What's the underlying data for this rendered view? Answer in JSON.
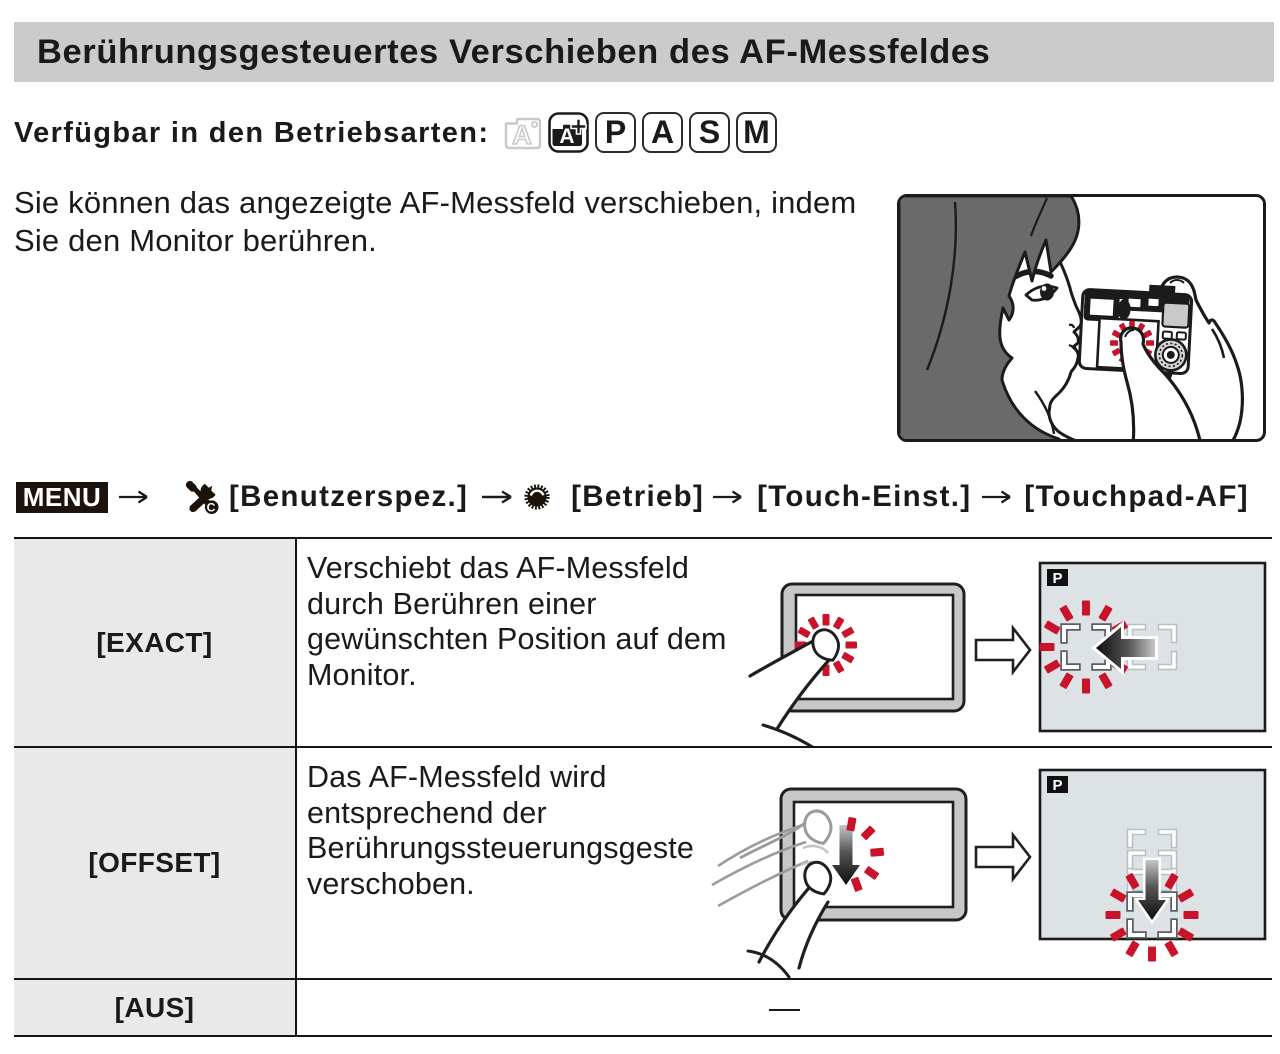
{
  "page": {
    "title": "Berührungsgesteuertes Verschieben des AF-Messfeldes",
    "availability_label": "Verfügbar in den Betriebsarten:",
    "intro_lines": [
      "Sie können das angezeigte AF-Messfeld verschieben, indem",
      "Sie den Monitor berühren."
    ]
  },
  "modes": {
    "ia_letter": "A",
    "ia_plus_letter": "A",
    "pasm": [
      "P",
      "A",
      "S",
      "M"
    ],
    "names": [
      "intelligent-auto",
      "intelligent-auto-plus",
      "program",
      "aperture-priority",
      "shutter-priority",
      "manual"
    ]
  },
  "illustration": {
    "description": "woman-touching-camera-monitor"
  },
  "menu_path": {
    "menu_label": "MENU",
    "custom_badge_letter": "C",
    "arrow": "→",
    "steps": [
      {
        "icon": "custom-menu-wrench-icon",
        "label": "[Benutzerspez.]"
      },
      {
        "icon": "operation-gear-icon",
        "label": "[Betrieb]"
      },
      {
        "label": "[Touch-Einst.]"
      },
      {
        "label": "[Touchpad-AF]"
      }
    ]
  },
  "table": {
    "p_badge": "P",
    "rows": [
      {
        "option": "[EXACT]",
        "description_lines": [
          "Verschiebt das AF-Messfeld",
          "durch Berühren einer",
          "gewünschten Position auf dem",
          "Monitor."
        ]
      },
      {
        "option": "[OFFSET]",
        "description_lines": [
          "Das AF-Messfeld wird",
          "entsprechend der",
          "Berührungssteuerungsgeste",
          "verschoben."
        ]
      },
      {
        "option": "[AUS]",
        "value": "—"
      }
    ]
  },
  "colors": {
    "accent_red": "#c9132b",
    "title_bar": "#cbcbcb",
    "table_label_bg": "#e9e9e9",
    "camera_screen_bg": "#dde2e5"
  }
}
